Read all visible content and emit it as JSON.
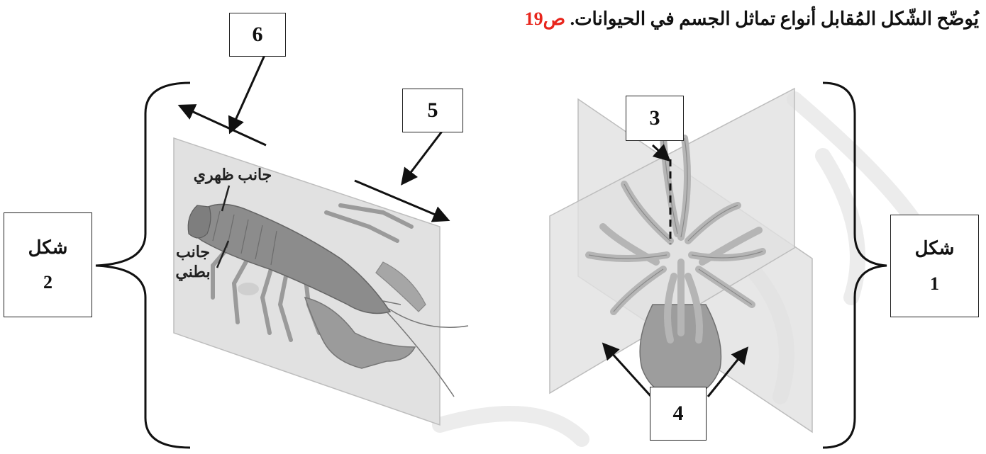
{
  "title": {
    "text": "يُوضّح الشّكل المُقابل أنواع تماثل الجسم في الحيوانات.",
    "page_ref": "ص19"
  },
  "boxes": {
    "n3": "3",
    "n4": "4",
    "n5": "5",
    "n6": "6"
  },
  "shape1": {
    "word": "شكل",
    "num": "1"
  },
  "shape2": {
    "word": "شكل",
    "num": "2"
  },
  "lobster_labels": {
    "dorsal": "جانب ظهري",
    "ventral_line1": "جانب",
    "ventral_line2": "بطني"
  },
  "colors": {
    "page_ref": "#e8261d",
    "plane": "#dcdcdc",
    "animal": "#8a8a8a"
  }
}
